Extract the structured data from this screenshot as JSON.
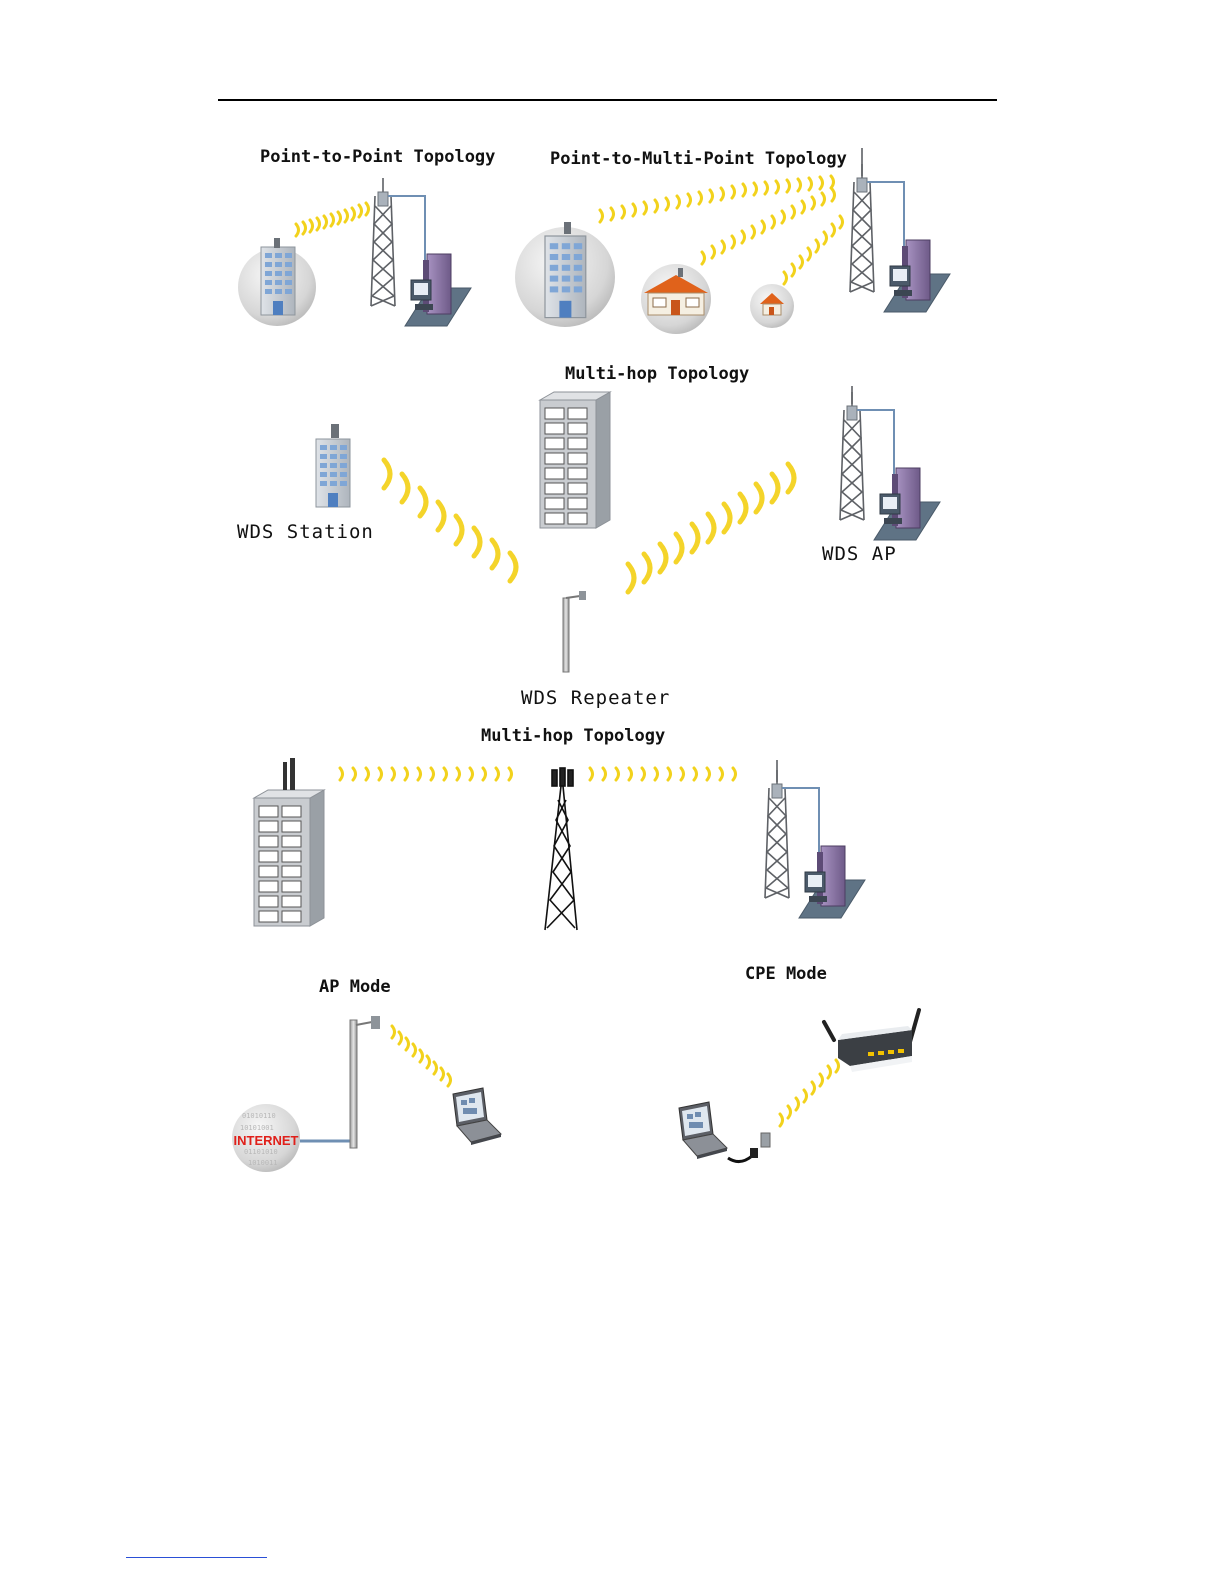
{
  "labels": {
    "p2p_title": "Point-to-Point Topology",
    "p2mp_title": "Point-to-Multi-Point Topology",
    "multihop1_title": "Multi-hop Topology",
    "wds_station": "WDS Station",
    "wds_ap": "WDS AP",
    "wds_repeater": "WDS Repeater",
    "multihop2_title": "Multi-hop Topology",
    "ap_mode": "AP Mode",
    "cpe_mode": "CPE Mode",
    "internet": "INTERNET"
  },
  "colors": {
    "signal": "#f2d21c",
    "signal_glow": "#fbf1a8",
    "link_line": "#6f8fb3",
    "server": "#8e7aa8",
    "platform": "#5f7385",
    "building": "#c9cdd2",
    "internet_red": "#e0201a",
    "footer_rule": "#2a4fd6"
  }
}
